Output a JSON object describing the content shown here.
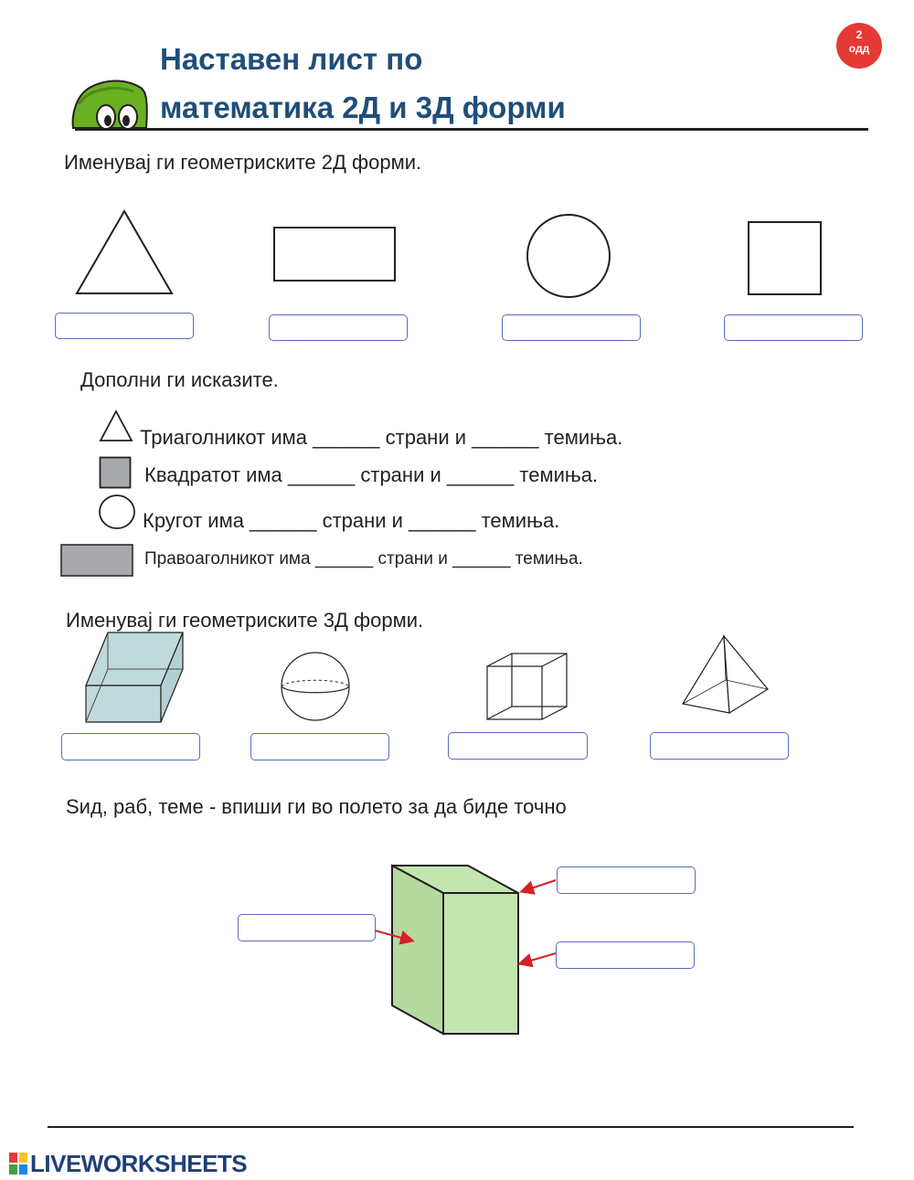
{
  "header": {
    "title_line1": "Наставен лист по",
    "title_line2": "математика 2Д и 3Д форми",
    "badge_number": "2",
    "badge_label": "одд"
  },
  "section_2d": {
    "instruction": "Именувај ги геометриските 2Д форми.",
    "shapes": [
      {
        "icon": "triangle-icon",
        "answer": ""
      },
      {
        "icon": "rectangle-icon",
        "answer": ""
      },
      {
        "icon": "circle-icon",
        "answer": ""
      },
      {
        "icon": "square-icon",
        "answer": ""
      }
    ]
  },
  "section_complete": {
    "instruction": "Дополни ги исказите.",
    "sentences": [
      "Триаголникот има ______ страни и ______ темиња.",
      "Квадратот има ______ страни и ______ темиња.",
      "Кругот има ______ страни и ______ темиња.",
      "Правоаголникот има ______ страни и ______ темиња."
    ]
  },
  "section_3d": {
    "instruction": "Именувај ги геометриските 3Д форми.",
    "shapes": [
      {
        "icon": "rectangular-prism-icon",
        "answer": ""
      },
      {
        "icon": "sphere-icon",
        "answer": ""
      },
      {
        "icon": "cube-icon",
        "answer": ""
      },
      {
        "icon": "pyramid-icon",
        "answer": ""
      }
    ]
  },
  "section_parts": {
    "instruction": "Ѕид, раб, теме - впиши ги во полето за да биде точно",
    "answers": {
      "left": "",
      "top_right": "",
      "bottom_right": ""
    }
  },
  "footer": {
    "brand": "LIVEWORKSHEETS"
  },
  "colors": {
    "title": "#1f4e79",
    "badge": "#e53935",
    "mascot_green": "#6ab023",
    "box_border": "#5b6bbf",
    "prism_fill": "#bfdadb",
    "box_3d_fill": "#c3e6b0",
    "arrow": "#d81f26",
    "gray_fill": "#a7a9ac"
  }
}
